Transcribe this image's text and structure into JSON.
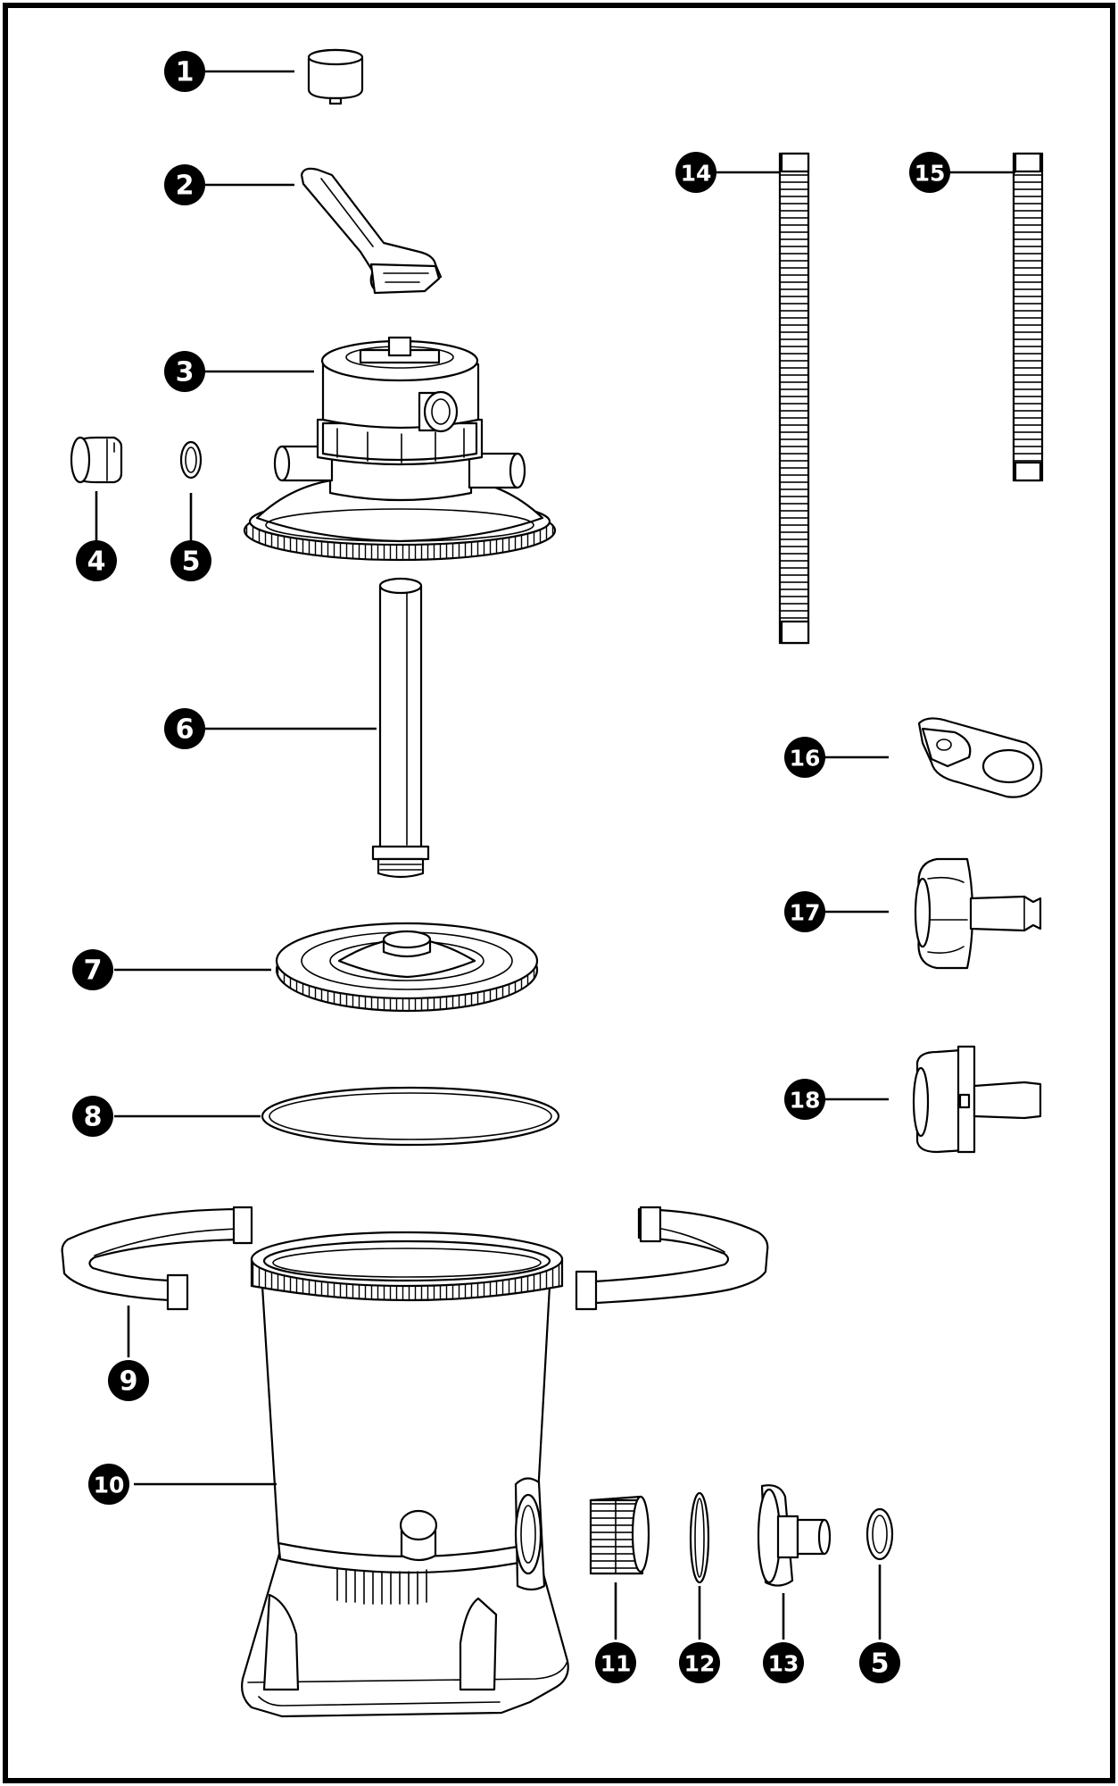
{
  "callouts": [
    {
      "id": "1",
      "label": "1"
    },
    {
      "id": "2",
      "label": "2"
    },
    {
      "id": "3",
      "label": "3"
    },
    {
      "id": "4",
      "label": "4"
    },
    {
      "id": "5a",
      "label": "5"
    },
    {
      "id": "6",
      "label": "6"
    },
    {
      "id": "7",
      "label": "7"
    },
    {
      "id": "8",
      "label": "8"
    },
    {
      "id": "9",
      "label": "9"
    },
    {
      "id": "10",
      "label": "10"
    },
    {
      "id": "11",
      "label": "11"
    },
    {
      "id": "12",
      "label": "12"
    },
    {
      "id": "13",
      "label": "13"
    },
    {
      "id": "5b",
      "label": "5"
    },
    {
      "id": "14",
      "label": "14"
    },
    {
      "id": "15",
      "label": "15"
    },
    {
      "id": "16",
      "label": "16"
    },
    {
      "id": "17",
      "label": "17"
    },
    {
      "id": "18",
      "label": "18"
    }
  ],
  "colors": {
    "ink": "#000000",
    "paper": "#ffffff"
  }
}
